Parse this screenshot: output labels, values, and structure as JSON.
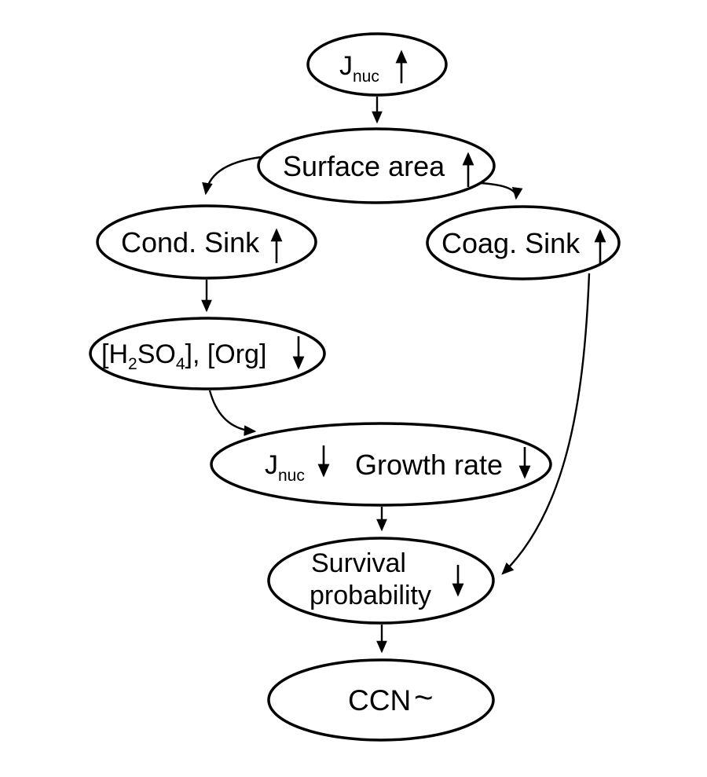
{
  "diagram": {
    "type": "flowchart",
    "background": "#ffffff",
    "node_fill": "#ffffff",
    "stroke_color": "#000000",
    "nodes": {
      "jnucTop": {
        "main": "J",
        "sub": "nuc",
        "trend": "up"
      },
      "surfaceArea": {
        "label": "Surface area",
        "trend": "up"
      },
      "condSink": {
        "label": "Cond. Sink",
        "trend": "up"
      },
      "coagSink": {
        "label": "Coag. Sink",
        "trend": "up"
      },
      "h2so4Org": {
        "part1": "[H",
        "sub1": "2",
        "part2": "SO",
        "sub2": "4",
        "part3": "], [Org]",
        "trend": "down"
      },
      "jnucGrowth": {
        "j": "J",
        "jSub": "nuc",
        "jTrend": "down",
        "growth": "Growth rate",
        "growthTrend": "down"
      },
      "survival": {
        "line1": "Survival",
        "line2": "probability",
        "trend": "down"
      },
      "ccn": {
        "label": "CCN",
        "trendSymbol": "~"
      }
    },
    "edges": [
      {
        "from": "jnucTop",
        "to": "surfaceArea"
      },
      {
        "from": "surfaceArea",
        "to": "condSink"
      },
      {
        "from": "surfaceArea",
        "to": "coagSink"
      },
      {
        "from": "condSink",
        "to": "h2so4Org"
      },
      {
        "from": "h2so4Org",
        "to": "jnucGrowth"
      },
      {
        "from": "jnucGrowth",
        "to": "survival"
      },
      {
        "from": "coagSink",
        "to": "survival"
      },
      {
        "from": "survival",
        "to": "ccn"
      }
    ]
  }
}
